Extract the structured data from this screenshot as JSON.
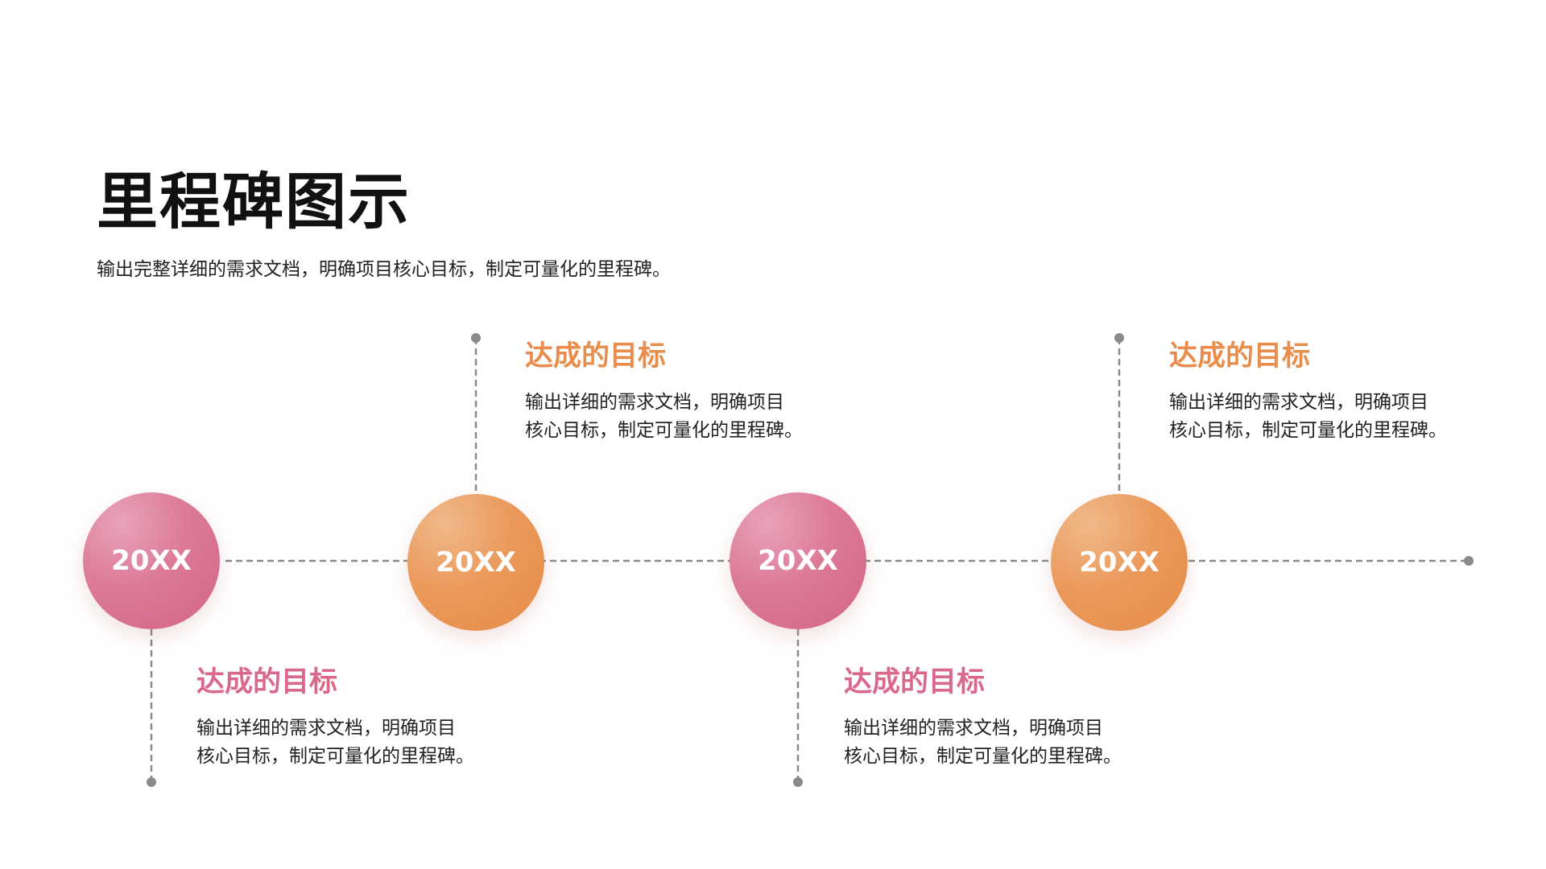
{
  "header": {
    "title": "里程碑图示",
    "subtitle": "输出完整详细的需求文档，明确项目核心目标，制定可量化的里程碑。"
  },
  "colors": {
    "pink": "#d9688b",
    "orange": "#e88d4c",
    "line": "#8a8a8a"
  },
  "milestones": [
    {
      "year": "20XX",
      "color": "pink",
      "position": "below",
      "title": "达成的目标",
      "line1": "输出详细的需求文档，明确项目",
      "line2": "核心目标，制定可量化的里程碑。"
    },
    {
      "year": "20XX",
      "color": "orange",
      "position": "above",
      "title": "达成的目标",
      "line1": "输出详细的需求文档，明确项目",
      "line2": "核心目标，制定可量化的里程碑。"
    },
    {
      "year": "20XX",
      "color": "pink",
      "position": "below",
      "title": "达成的目标",
      "line1": "输出详细的需求文档，明确项目",
      "line2": "核心目标，制定可量化的里程碑。"
    },
    {
      "year": "20XX",
      "color": "orange",
      "position": "above",
      "title": "达成的目标",
      "line1": "输出详细的需求文档，明确项目",
      "line2": "核心目标，制定可量化的里程碑。"
    }
  ]
}
